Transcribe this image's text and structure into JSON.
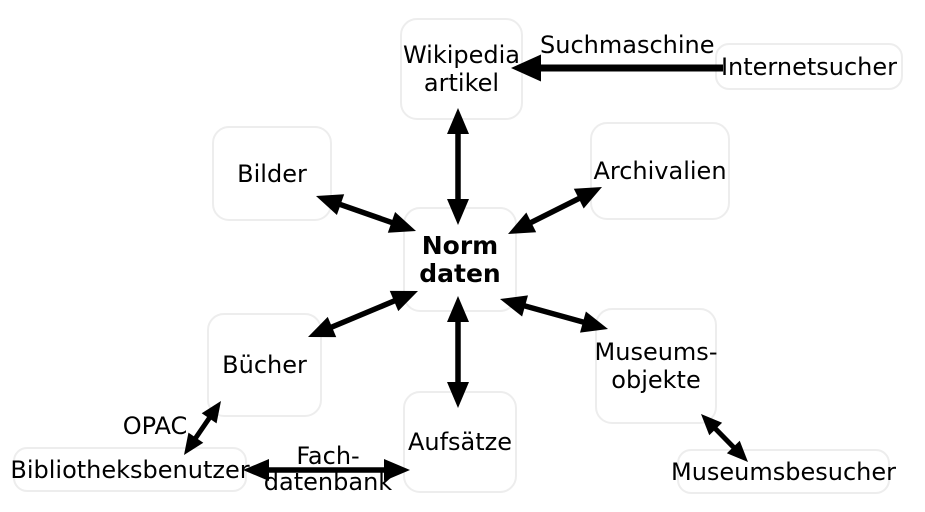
{
  "nodes": {
    "normdaten": {
      "label": "Norm\ndaten"
    },
    "wikipedia_artikel": {
      "label": "Wikipedia\nartikel"
    },
    "internetsucher": {
      "label": "Internetsucher"
    },
    "bilder": {
      "label": "Bilder"
    },
    "archivalien": {
      "label": "Archivalien"
    },
    "buecher": {
      "label": "Bücher"
    },
    "museumsobjekte": {
      "label": "Museums-\nobjekte"
    },
    "aufsaetze": {
      "label": "Aufsätze"
    },
    "bibliotheksbenutzer": {
      "label": "Bibliotheksbenutzer"
    },
    "museumsbesucher": {
      "label": "Museumsbesucher"
    }
  },
  "edge_labels": {
    "suchmaschine": "Suchmaschine",
    "opac": "OPAC",
    "fachdatenbank": "Fach-\ndatenbank"
  },
  "edges": [
    {
      "from": "internetsucher",
      "to": "wikipedia_artikel",
      "label": "Suchmaschine",
      "direction": "one-way"
    },
    {
      "from": "wikipedia_artikel",
      "to": "normdaten",
      "direction": "two-way"
    },
    {
      "from": "bilder",
      "to": "normdaten",
      "direction": "two-way"
    },
    {
      "from": "archivalien",
      "to": "normdaten",
      "direction": "two-way"
    },
    {
      "from": "buecher",
      "to": "normdaten",
      "direction": "two-way"
    },
    {
      "from": "museumsobjekte",
      "to": "normdaten",
      "direction": "two-way"
    },
    {
      "from": "aufsaetze",
      "to": "normdaten",
      "direction": "two-way"
    },
    {
      "from": "bibliotheksbenutzer",
      "to": "buecher",
      "label": "OPAC",
      "direction": "two-way"
    },
    {
      "from": "bibliotheksbenutzer",
      "to": "aufsaetze",
      "label": "Fach-\ndatenbank",
      "direction": "two-way"
    },
    {
      "from": "museumsbesucher",
      "to": "museumsobjekte",
      "direction": "two-way"
    }
  ],
  "colors": {
    "background": "#ffffff",
    "box_fill": "#ffffff",
    "box_border": "#ededed",
    "arrow": "#000000",
    "text": "#000000"
  }
}
